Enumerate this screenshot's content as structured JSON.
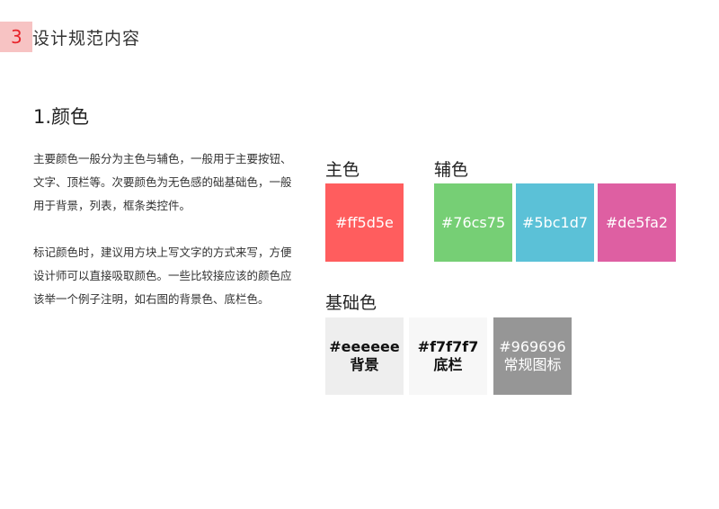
{
  "header": {
    "number": "3",
    "title": "设计规范内容"
  },
  "heading": "1.颜色",
  "description": {
    "paragraph1": "主要颜色一般分为主色与辅色，一般用于主要按钮、文字、顶栏等。次要颜色为无色感的础基础色，一般用于背景，列表，框条类控件。",
    "paragraph2": "标记颜色时，建议用方块上写文字的方式来写，方便设计师可以直接吸取颜色。一些比较接应该的颜色应该举一个例子注明，如右图的背景色、底栏色。"
  },
  "primary": {
    "label": "主色",
    "swatches": [
      {
        "hex": "#ff5d5e",
        "color": "#ff5d5e"
      }
    ]
  },
  "secondary": {
    "label": "辅色",
    "swatches": [
      {
        "hex": "#76cs75",
        "color": "#76cf75"
      },
      {
        "hex": "#5bc1d7",
        "color": "#5bc1d7"
      },
      {
        "hex": "#de5fa2",
        "color": "#de5fa2"
      }
    ]
  },
  "base": {
    "label": "基础色",
    "swatches": [
      {
        "hex": "#eeeeee",
        "name": "背景",
        "color": "#eeeeee",
        "text_color": "#111111"
      },
      {
        "hex": "#f7f7f7",
        "name": "底栏",
        "color": "#f7f7f7",
        "text_color": "#111111"
      },
      {
        "hex": "#969696",
        "name": "常规图标",
        "color": "#969696",
        "text_color": "#ffffff"
      }
    ]
  }
}
